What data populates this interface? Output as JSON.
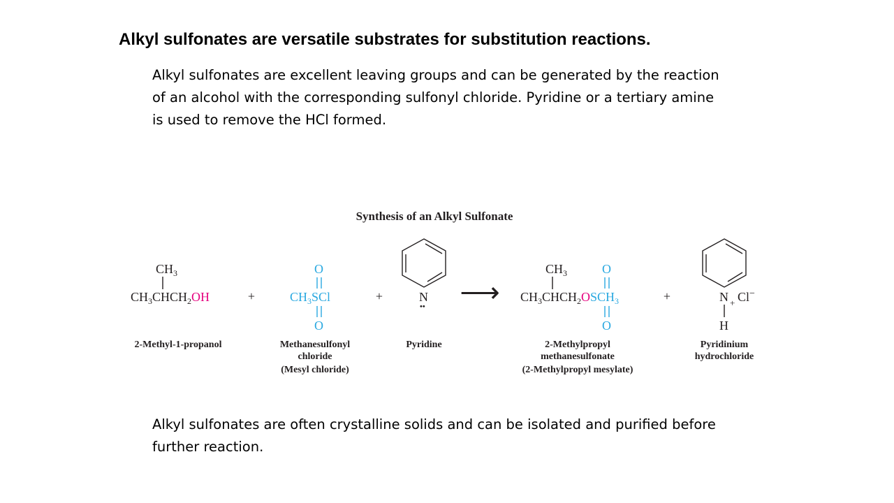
{
  "slide": {
    "title": "Alkyl sulfonates are versatile substrates for substitution reactions.",
    "intro_lines": [
      "Alkyl sulfonates are excellent leaving groups and can be generated by the reaction",
      "of an alcohol with the corresponding sulfonyl chloride. Pyridine or a tertiary amine",
      "is used to remove the HCl formed."
    ],
    "closing_lines": [
      "Alkyl sulfonates are often crystalline solids and can be isolated and purified before",
      "further reaction."
    ]
  },
  "scheme": {
    "title": "Synthesis of an Alkyl Sulfonate",
    "plus": "+",
    "arrow": "⟶",
    "colors": {
      "black": "#231f20",
      "cyan": "#29a8e0",
      "magenta": "#e5007e"
    },
    "alcohol": {
      "top": "CH",
      "top_sub": "3",
      "main_a": "CH",
      "main_a_sub": "3",
      "main_b": "CHCH",
      "main_b_sub": "2",
      "main_c": "OH",
      "label": [
        "2-Methyl-1-propanol"
      ]
    },
    "mesyl": {
      "o": "O",
      "main_a": "CH",
      "main_a_sub": "3",
      "main_b": "SCl",
      "label": [
        "Methanesulfonyl",
        "chloride",
        "(Mesyl chloride)"
      ]
    },
    "pyridine": {
      "n": "N",
      "lone_pair": "••",
      "label": [
        "Pyridine"
      ]
    },
    "product": {
      "top": "CH",
      "top_sub": "3",
      "o": "O",
      "main_a": "CH",
      "main_a_sub": "3",
      "main_b": "CHCH",
      "main_b_sub": "2",
      "main_c": "O",
      "main_d": "SCH",
      "main_d_sub": "3",
      "label": [
        "2-Methylpropyl",
        "methanesulfonate",
        "(2-Methylpropyl mesylate)"
      ]
    },
    "pyridinium": {
      "n": "N",
      "plus": "+",
      "cl": "Cl",
      "minus": "−",
      "h": "H",
      "label": [
        "Pyridinium",
        "hydrochloride"
      ]
    }
  }
}
